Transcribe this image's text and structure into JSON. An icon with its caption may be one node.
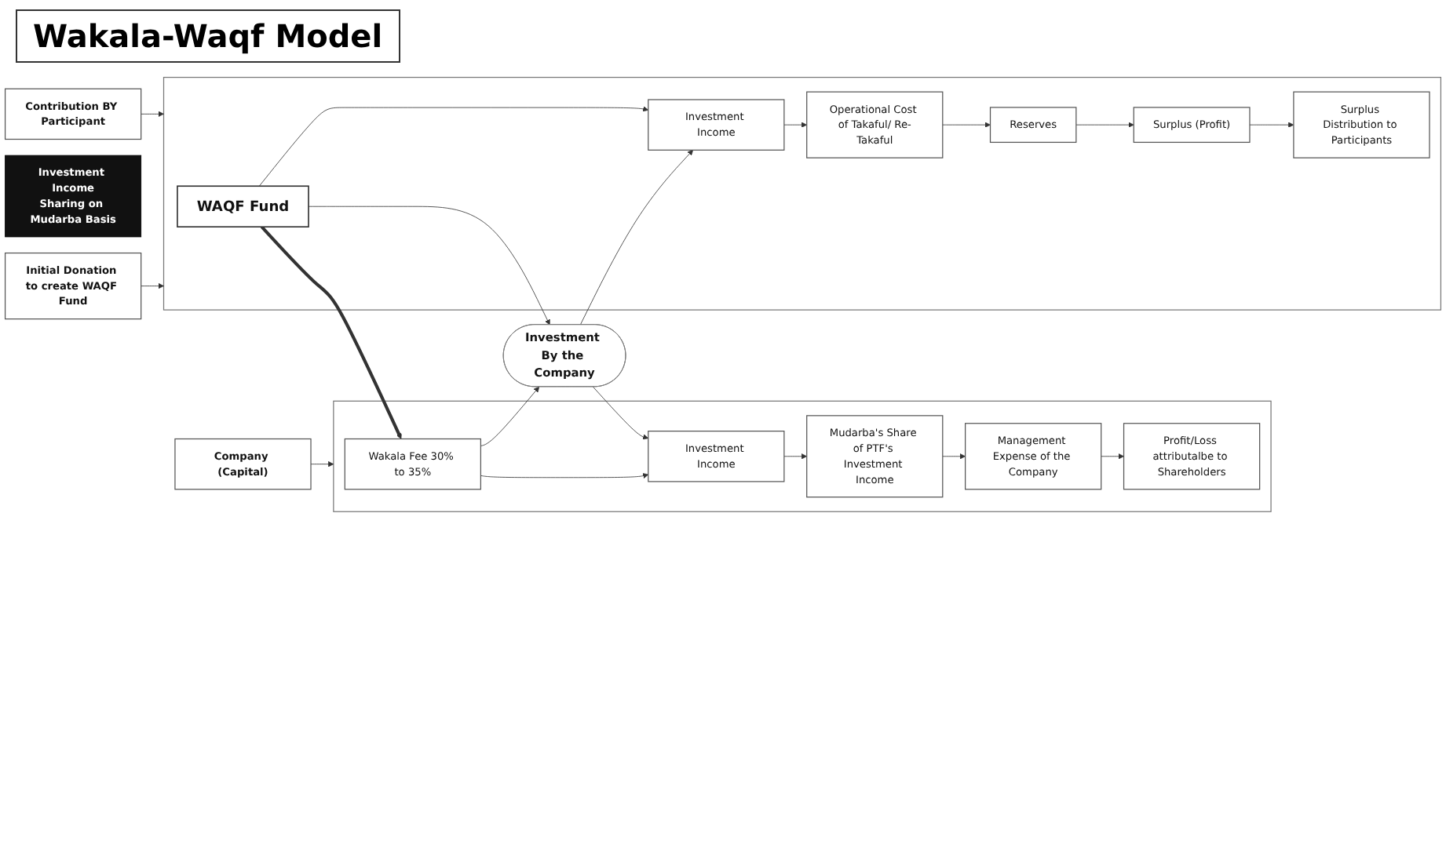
{
  "diagram": {
    "title": "Wakala-Waqf Model",
    "nodes": [
      {
        "text": [
          "Company (Capital)"
        ]
      },
      {
        "text": [],
        "shape": "box"
      },
      {
        "text": [
          "Wakala Fee 30% to 35%"
        ],
        "in": 1
      },
      {
        "text": [
          "Investment Income"
        ],
        "in": 1
      },
      {
        "text": [
          "Mudarba's Share of PTF's Investment Income"
        ],
        "in": 1
      },
      {
        "text": [
          "Management Expense of the Company"
        ],
        "in": 1
      },
      {
        "text": [
          "Profit/Loss attributalbe to Shareholders"
        ],
        "in": 1
      },
      {
        "text": [
          "Initial Donation to create WAQF Fund"
        ]
      },
      {
        "text": [
          "Investment By the Company"
        ]
      },
      {
        "text": [
          "Investment Income",
          "Sharing on Mudarba Basis"
        ]
      },
      {
        "text": [
          "Contribution BY Participant"
        ]
      },
      {
        "text": [],
        "shape": "box"
      },
      {
        "text": [
          "WAQF Fund"
        ],
        "in": 11
      },
      {
        "text": [
          "Investment Income"
        ],
        "in": 11
      },
      {
        "text": [
          "Operational Cost of Takaful/ Re-Takaful"
        ],
        "in": 11
      },
      {
        "text": [
          "Reserves"
        ],
        "in": 11
      },
      {
        "text": [
          "Surplus (Profit)"
        ],
        "in": 11
      },
      {
        "text": [
          "Surplus Distribution to Participants"
        ],
        "in": 11
      }
    ],
    "edges": [
      {
        "from": 0,
        "to": 1,
        "arrow": "to"
      },
      {
        "from": 2,
        "to": 3,
        "arrow": "to"
      },
      {
        "from": 3,
        "to": 4,
        "arrow": "to"
      },
      {
        "from": 4,
        "to": 5,
        "arrow": "to"
      },
      {
        "from": 5,
        "to": 6,
        "arrow": "to"
      },
      {
        "from": 2,
        "to": 8,
        "arrow": "to"
      },
      {
        "from": 8,
        "to": 3,
        "arrow": "to"
      },
      {
        "from": 7,
        "to": 11,
        "arrow": "to"
      },
      {
        "from": 12,
        "to": 2,
        "arrow": "to",
        "style": "thick"
      },
      {
        "from": 12,
        "to": 8,
        "arrow": "to"
      },
      {
        "from": 8,
        "to": 13,
        "arrow": "to"
      },
      {
        "from": 10,
        "to": 11,
        "arrow": "to"
      },
      {
        "from": 12,
        "to": 13,
        "arrow": "to"
      },
      {
        "from": 13,
        "to": 14,
        "arrow": "to"
      },
      {
        "from": 14,
        "to": 15,
        "arrow": "to"
      },
      {
        "from": 15,
        "to": 16,
        "arrow": "to"
      },
      {
        "from": 16,
        "to": 17,
        "arrow": "to"
      }
    ]
  }
}
